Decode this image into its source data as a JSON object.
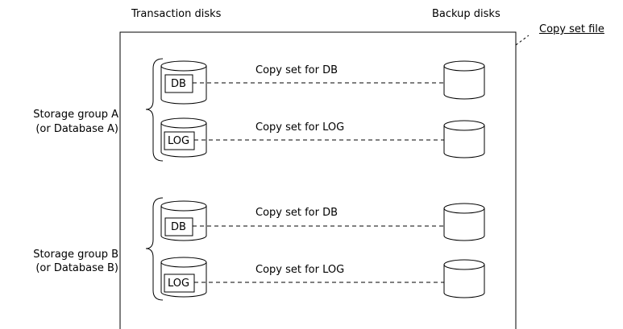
{
  "headers": {
    "transaction": "Transaction disks",
    "backup": "Backup disks"
  },
  "copy_set_file_label": "Copy set file",
  "groups": [
    {
      "line1": "Storage group A",
      "line2": "(or Database A)",
      "rows": [
        {
          "disk": "DB",
          "copy_set": "Copy set for DB"
        },
        {
          "disk": "LOG",
          "copy_set": "Copy set for LOG"
        }
      ]
    },
    {
      "line1": "Storage group B",
      "line2": "(or Database B)",
      "rows": [
        {
          "disk": "DB",
          "copy_set": "Copy set for DB"
        },
        {
          "disk": "LOG",
          "copy_set": "Copy set for LOG"
        }
      ]
    }
  ]
}
